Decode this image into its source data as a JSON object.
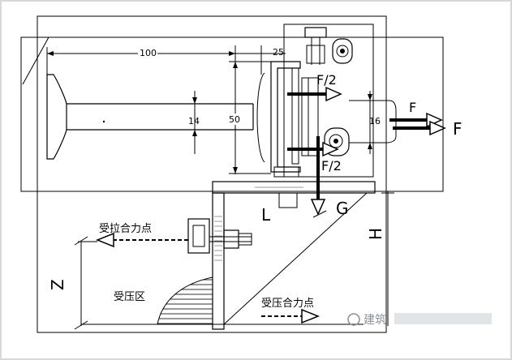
{
  "dimensions": {
    "length_100": "100",
    "offset_25": "25",
    "height_50": "50",
    "dia_14": "14",
    "dia_16": "16"
  },
  "forces": {
    "half_force_top": "F/2",
    "half_force_bottom": "F/2",
    "force_F_small": "F",
    "force_F_large": "F",
    "gravity": "G"
  },
  "labels": {
    "lever_L": "L",
    "height_H": "H",
    "arm_Z": "Z",
    "tension_resultant_point": "受拉合力点",
    "compression_zone": "受压区",
    "compression_resultant_point": "受压合力点"
  },
  "watermark": {
    "text": "建筑"
  },
  "colors": {
    "line": "#000000",
    "background": "#ffffff",
    "frame_border": "#d8d8d8",
    "watermark": "#8a8f99"
  }
}
